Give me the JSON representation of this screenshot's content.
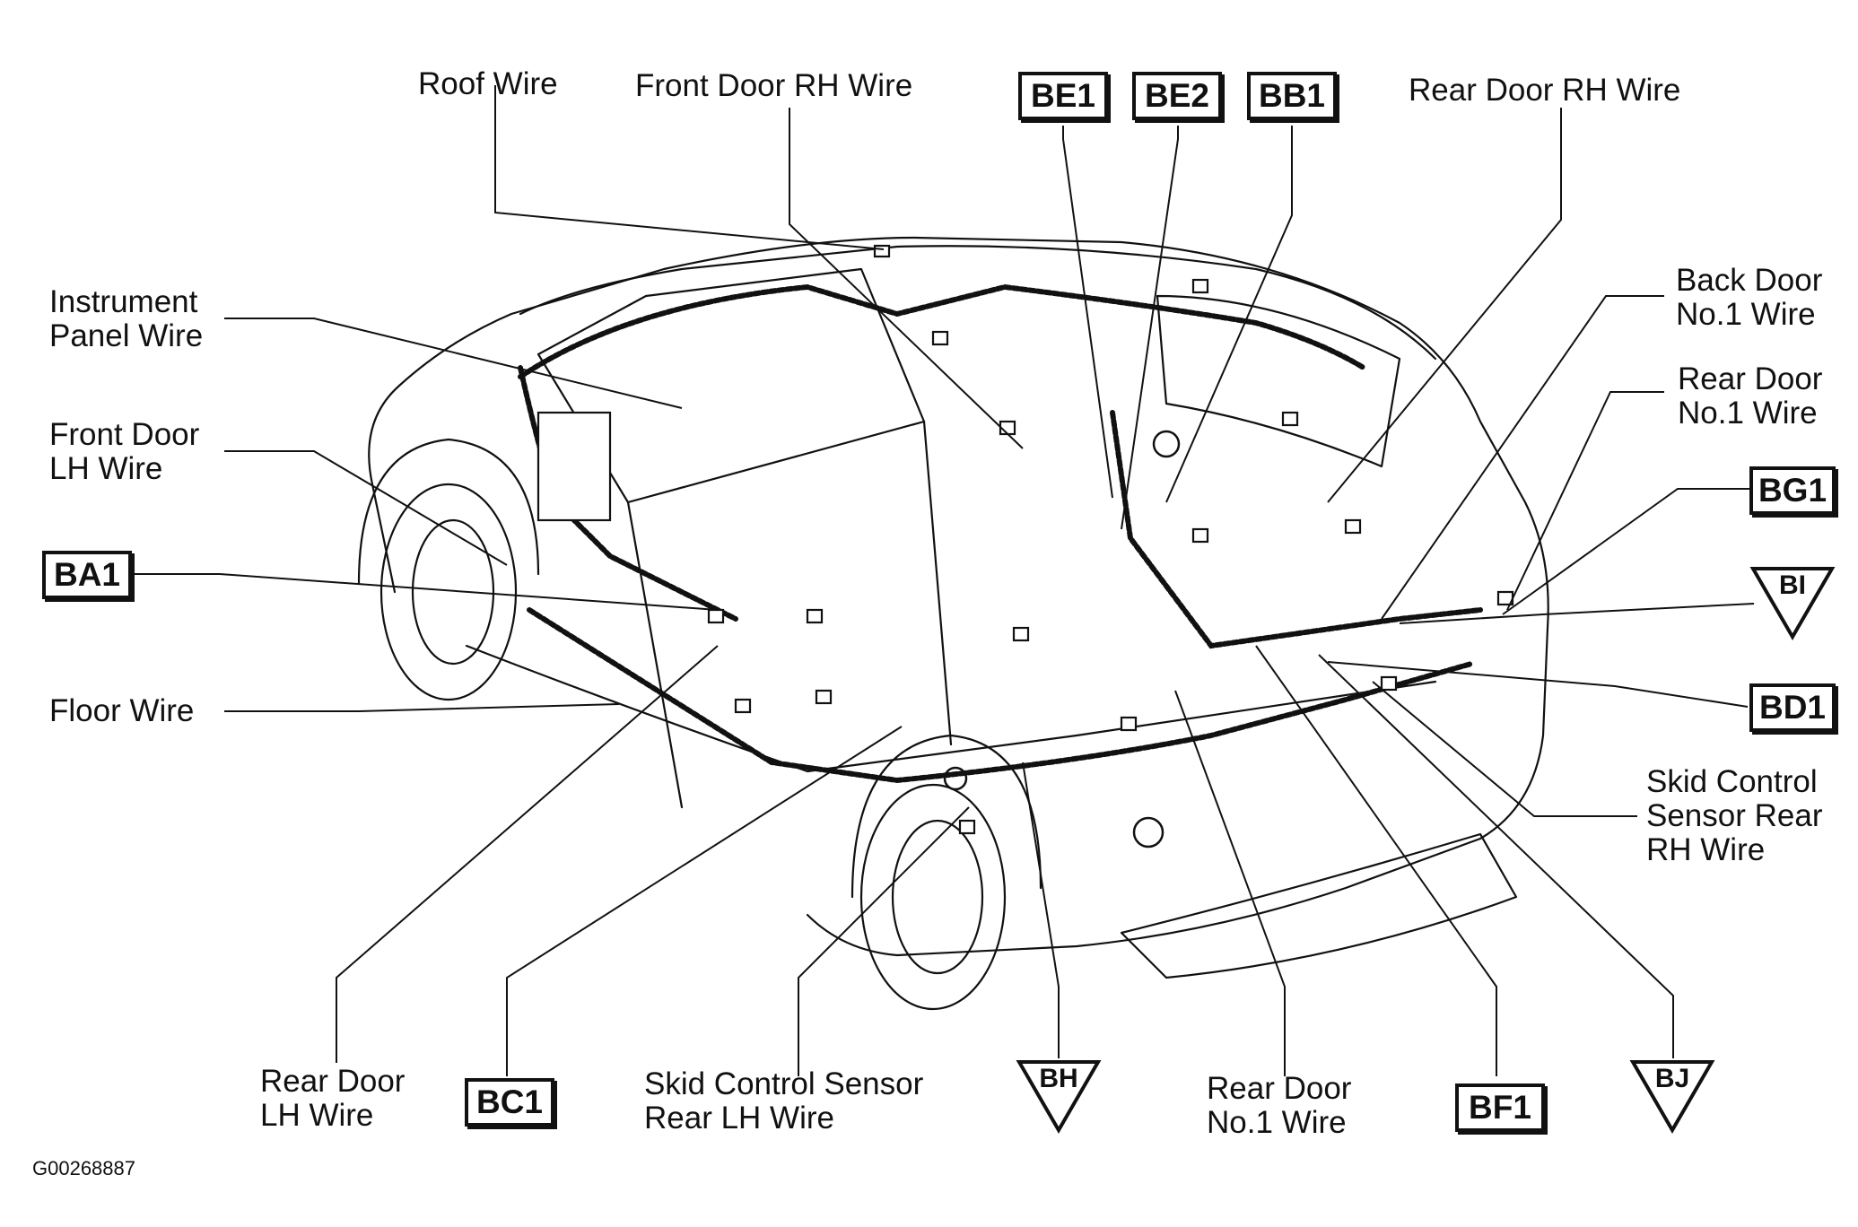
{
  "labels": {
    "roof_wire": "Roof Wire",
    "front_door_rh_wire": "Front Door RH Wire",
    "rear_door_rh_wire": "Rear Door RH Wire",
    "instrument_panel_wire": "Instrument\nPanel Wire",
    "front_door_lh_wire": "Front Door\nLH Wire",
    "floor_wire": "Floor Wire",
    "back_door_no1_wire": "Back Door\nNo.1 Wire",
    "rear_door_no1_wire_right": "Rear Door\nNo.1 Wire",
    "skid_sensor_rear_rh_wire": "Skid Control\nSensor Rear\nRH Wire",
    "rear_door_lh_wire": "Rear Door\nLH Wire",
    "skid_sensor_rear_lh_wire": "Skid Control Sensor\nRear LH Wire",
    "rear_door_no1_wire_bottom": "Rear Door\nNo.1 Wire"
  },
  "tags": {
    "be1": "BE1",
    "be2": "BE2",
    "bb1": "BB1",
    "ba1": "BA1",
    "bg1": "BG1",
    "bd1": "BD1",
    "bc1": "BC1",
    "bf1": "BF1"
  },
  "triangles": {
    "bi": "BI",
    "bh": "BH",
    "bj": "BJ"
  },
  "figure_id": "G00268887"
}
